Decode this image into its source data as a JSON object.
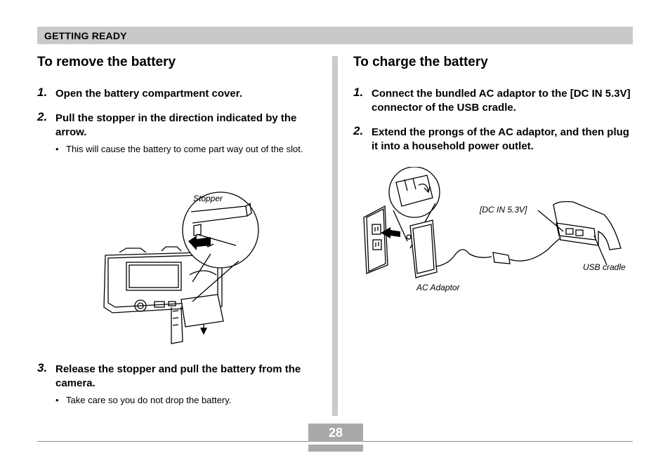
{
  "header": {
    "section": "GETTING READY"
  },
  "left": {
    "title": "To remove the battery",
    "steps": [
      {
        "num": "1.",
        "text": "Open the battery compartment cover."
      },
      {
        "num": "2.",
        "text": "Pull the stopper in the direction indicated by the arrow."
      },
      {
        "num": "3.",
        "text": "Release the stopper and pull the battery from the camera."
      }
    ],
    "bullets": [
      "This will cause the battery to come part way out of the slot.",
      "Take care so you do not drop the battery."
    ],
    "caption_stopper": "Stopper"
  },
  "right": {
    "title": "To charge the battery",
    "steps": [
      {
        "num": "1.",
        "text": "Connect the bundled AC adaptor to the [DC IN 5.3V] connector of the USB cradle."
      },
      {
        "num": "2.",
        "text": "Extend the prongs of the AC adaptor, and then plug it into a household power outlet."
      }
    ],
    "captions": {
      "dc_in": "[DC IN 5.3V]",
      "usb_cradle": "USB cradle",
      "ac_adaptor": "AC Adaptor"
    }
  },
  "footer": {
    "page_number": "28"
  }
}
